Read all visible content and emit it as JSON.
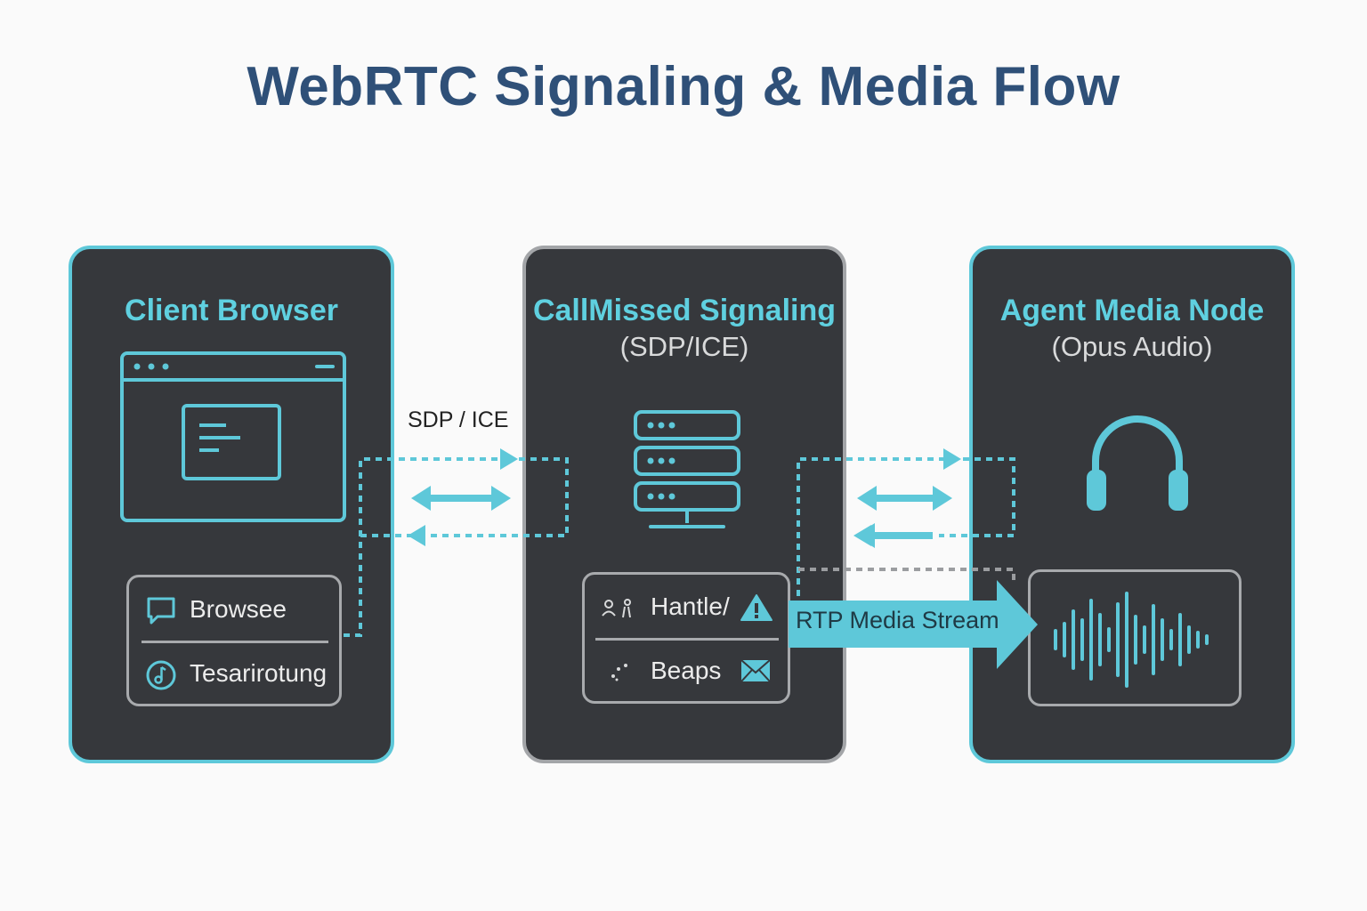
{
  "title": "WebRTC Signaling & Media Flow",
  "colors": {
    "title": "#2f5078",
    "accent": "#5ec8d9",
    "panel_bg": "#36383c",
    "panel_border_gray": "#a3a5a8"
  },
  "panels": {
    "client": {
      "title": "Client Browser",
      "icon": "browser-window-icon",
      "rows": [
        {
          "label": "Browsee",
          "icon": "chat-bubble-icon"
        },
        {
          "label": "Tesarirotung",
          "icon": "music-note-circle-icon"
        }
      ]
    },
    "signaling": {
      "title": "CallMissed Signaling",
      "subtitle": "(SDP/ICE)",
      "icon": "server-stack-icon",
      "rows": [
        {
          "label": "Hantle/",
          "icon": "users-icon",
          "badge_icon": "warning-icon"
        },
        {
          "label": "Beaps",
          "icon": "dots-icon",
          "badge_icon": "envelope-icon"
        }
      ]
    },
    "agent": {
      "title": "Agent Media Node",
      "subtitle": "(Opus Audio)",
      "icon": "headphones-icon",
      "waveform_icon": "audio-waveform-icon"
    }
  },
  "connections": {
    "sdp_label": "SDP / ICE",
    "rtp_label": "RTP Media Stream"
  }
}
